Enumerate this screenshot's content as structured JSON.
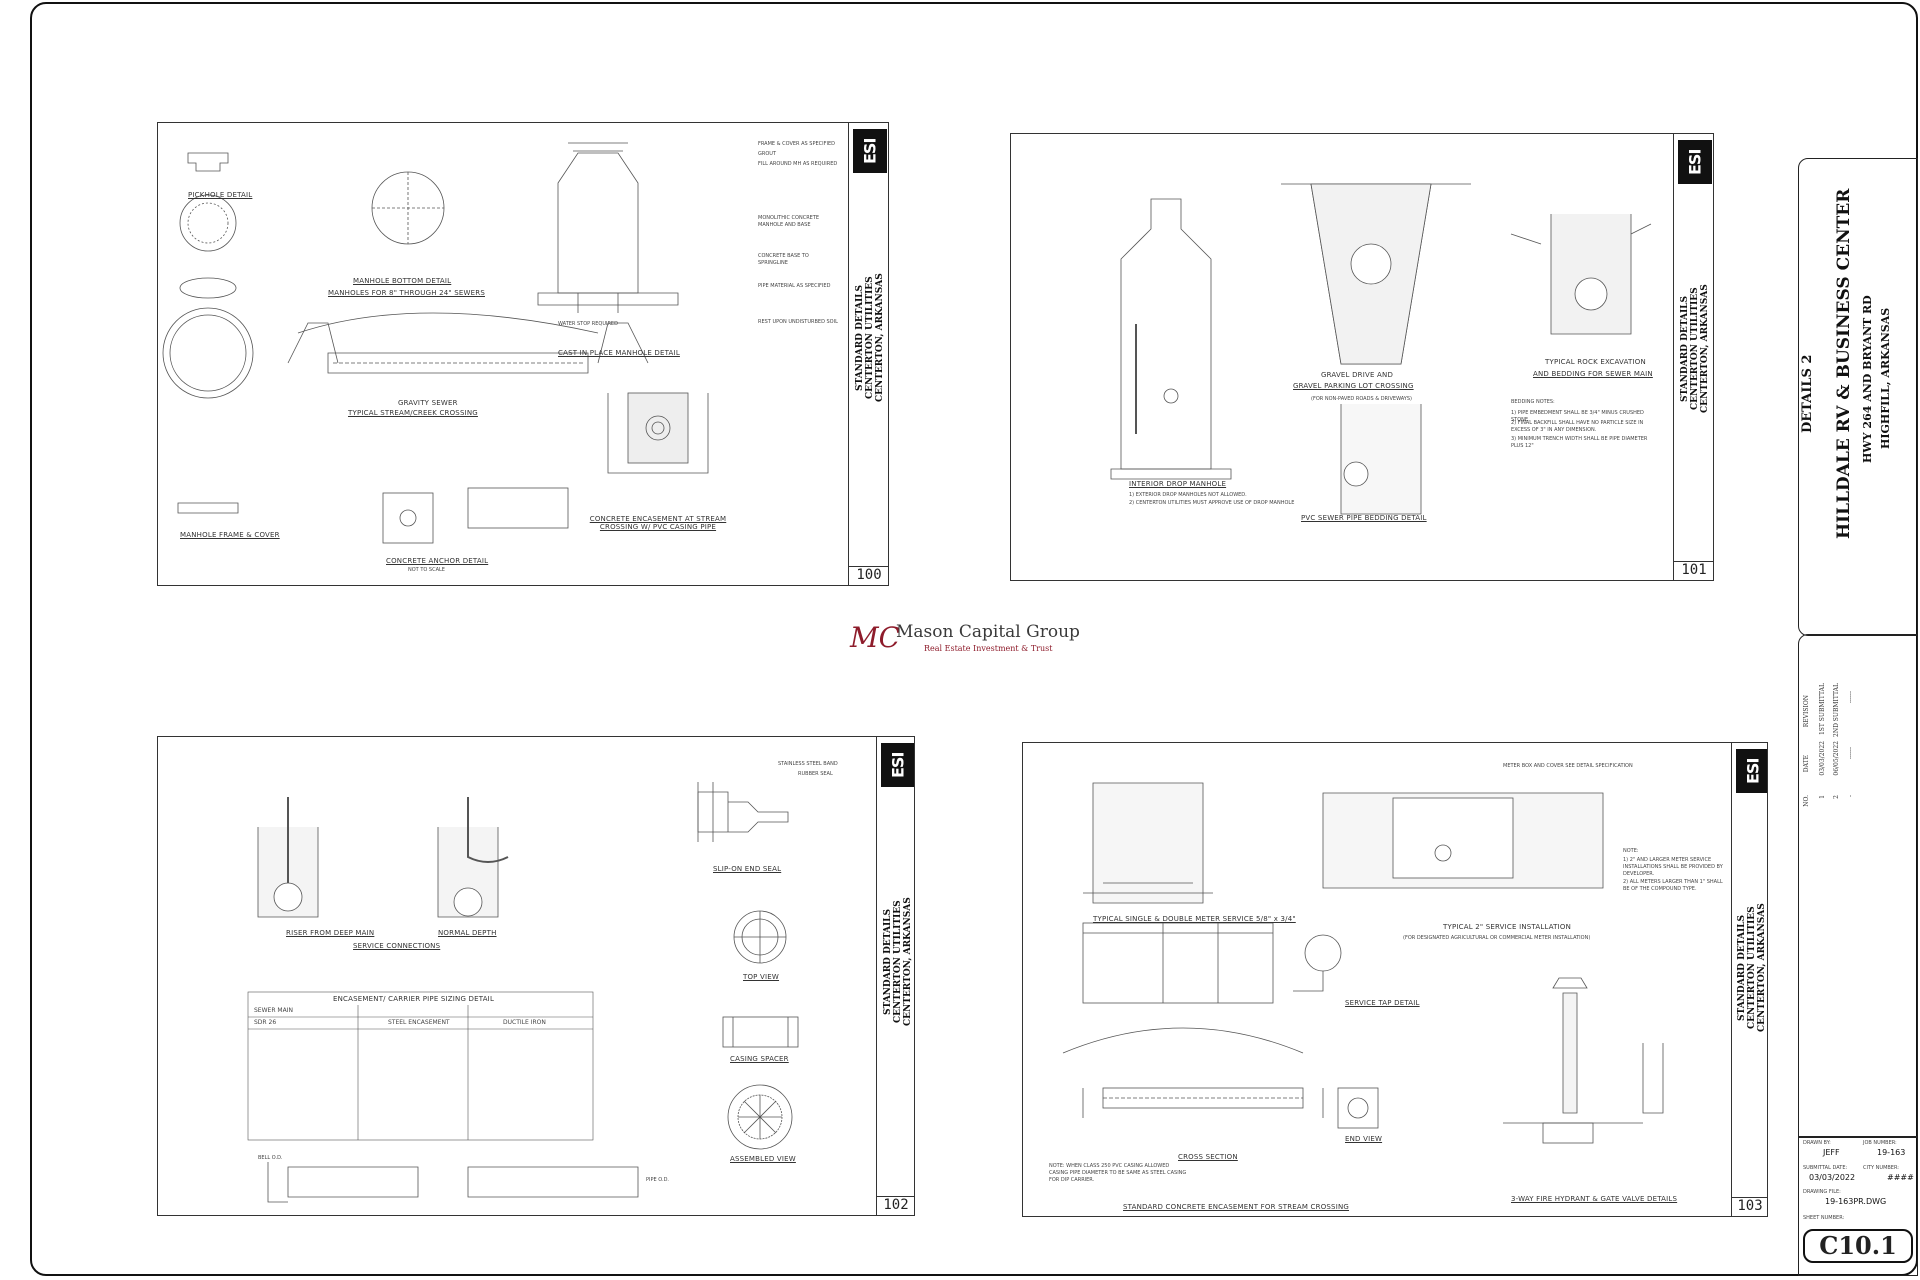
{
  "logo": {
    "mark": "MC",
    "name": "Mason Capital Group",
    "tagline": "Real Estate Investment & Trust"
  },
  "sheets": [
    {
      "number": "100",
      "title_block": [
        "STANDARD DETAILS",
        "CENTERTON UTILITIES",
        "CENTERTON, ARKANSAS"
      ],
      "labels": [
        "PICKHOLE DETAIL",
        "MANHOLE BOTTOM DETAIL",
        "MANHOLES FOR 8\" THROUGH 24\" SEWERS",
        "CAST IN PLACE MANHOLE DETAIL",
        "TYPICAL STREAM/CREEK CROSSING",
        "GRAVITY SEWER",
        "MANHOLE FRAME & COVER",
        "CONCRETE ANCHOR DETAIL",
        "CONCRETE ENCASEMENT AT STREAM CROSSING W/ PVC CASING PIPE"
      ],
      "notes": [
        "FRAME & COVER AS SPECIFIED",
        "GROUT",
        "FILL AROUND MH AS REQUIRED",
        "MONOLITHIC CONCRETE MANHOLE AND BASE",
        "CONCRETE BASE TO SPRINGLINE",
        "PIPE MATERIAL AS SPECIFIED",
        "REST UPON UNDISTURBED SOIL",
        "WATER STOP REQUIRED",
        "NOT TO SCALE"
      ]
    },
    {
      "number": "101",
      "title_block": [
        "STANDARD DETAILS",
        "CENTERTON UTILITIES",
        "CENTERTON, ARKANSAS"
      ],
      "labels": [
        "INTERIOR DROP MANHOLE",
        "GRAVEL DRIVE AND",
        "GRAVEL PARKING LOT CROSSING",
        "PVC SEWER PIPE BEDDING DETAIL",
        "TYPICAL ROCK EXCAVATION",
        "AND BEDDING FOR SEWER MAIN"
      ],
      "notes": [
        "(FOR NON-PAVED ROADS & DRIVEWAYS)",
        "1) EXTERIOR DROP MANHOLES NOT ALLOWED.",
        "2) CENTERTON UTILITIES MUST APPROVE USE OF DROP MANHOLE",
        "BEDDING NOTES:",
        "1) PIPE EMBEDMENT SHALL BE 3/4\" MINUS CRUSHED STONE.",
        "2) FINAL BACKFILL SHALL HAVE NO PARTICLE SIZE IN EXCESS OF 3\" IN ANY DIMENSION.",
        "3) MINIMUM TRENCH WIDTH SHALL BE PIPE DIAMETER PLUS 12\""
      ]
    },
    {
      "number": "102",
      "title_block": [
        "STANDARD DETAILS",
        "CENTERTON UTILITIES",
        "CENTERTON, ARKANSAS"
      ],
      "labels": [
        "RISER FROM DEEP MAIN",
        "NORMAL DEPTH",
        "SERVICE CONNECTIONS",
        "SLIP-ON END SEAL",
        "TOP VIEW",
        "CASING SPACER",
        "ASSEMBLED VIEW",
        "ENCASEMENT/ CARRIER PIPE SIZING DETAIL"
      ],
      "notes": [
        "STAINLESS STEEL BAND",
        "RUBBER SEAL",
        "SEWER MAIN",
        "SDR 26",
        "STEEL ENCASEMENT",
        "DUCTILE IRON",
        "BELL O.D.",
        "PIPE O.D."
      ]
    },
    {
      "number": "103",
      "title_block": [
        "STANDARD DETAILS",
        "CENTERTON UTILITIES",
        "CENTERTON, ARKANSAS"
      ],
      "labels": [
        "TYPICAL SINGLE & DOUBLE METER SERVICE 5/8\" x 3/4\"",
        "SERVICE TAP DETAIL",
        "TYPICAL 2\" SERVICE INSTALLATION",
        "STANDARD CONCRETE ENCASEMENT FOR STREAM CROSSING",
        "3-WAY FIRE HYDRANT & GATE VALVE DETAILS",
        "CROSS SECTION",
        "END VIEW"
      ],
      "notes": [
        "METER BOX AND COVER SEE DETAIL SPECIFICATION",
        "(FOR DESIGNATED AGRICULTURAL OR COMMERCIAL METER INSTALLATION)",
        "NOTE:",
        "1) 2\" AND LARGER METER SERVICE INSTALLATIONS SHALL BE PROVIDED BY DEVELOPER.",
        "2) ALL METERS LARGER THAN 1\" SHALL BE OF THE COMPOUND TYPE.",
        "NOTE:  WHEN CLASS 250 PVC CASING ALLOWED CASING PIPE DIAMETER TO BE SAME AS STEEL CASING FOR DIP CARRIER."
      ]
    }
  ],
  "title_block": {
    "project_name": "HILLDALE RV & BUSINESS CENTER",
    "address_line1": "HWY 264 AND BRYANT RD",
    "address_line2": "HIGHFILL, ARKANSAS",
    "sheet_title": "DETAILS 2",
    "revisions": {
      "headers": [
        "NO.",
        "DATE",
        "REVISION"
      ],
      "rows": [
        [
          "1",
          "03/03/2022",
          "1ST SUBMITTAL"
        ],
        [
          "2",
          "06/05/2022",
          "2ND SUBMITTAL"
        ],
        [
          "-",
          "------",
          "------"
        ]
      ]
    },
    "drawn_by_label": "DRAWN BY:",
    "drawn_by": "JEFF",
    "job_number_label": "JOB NUMBER:",
    "job_number": "19-163",
    "submittal_date_label": "SUBMITTAL DATE:",
    "submittal_date": "03/03/2022",
    "city_number_label": "CITY NUMBER:",
    "city_number": "####",
    "drawing_file_label": "DRAWING FILE:",
    "drawing_file": "19-163PR.DWG",
    "sheet_number_label": "SHEET NUMBER:",
    "sheet_number": "C10.1"
  }
}
